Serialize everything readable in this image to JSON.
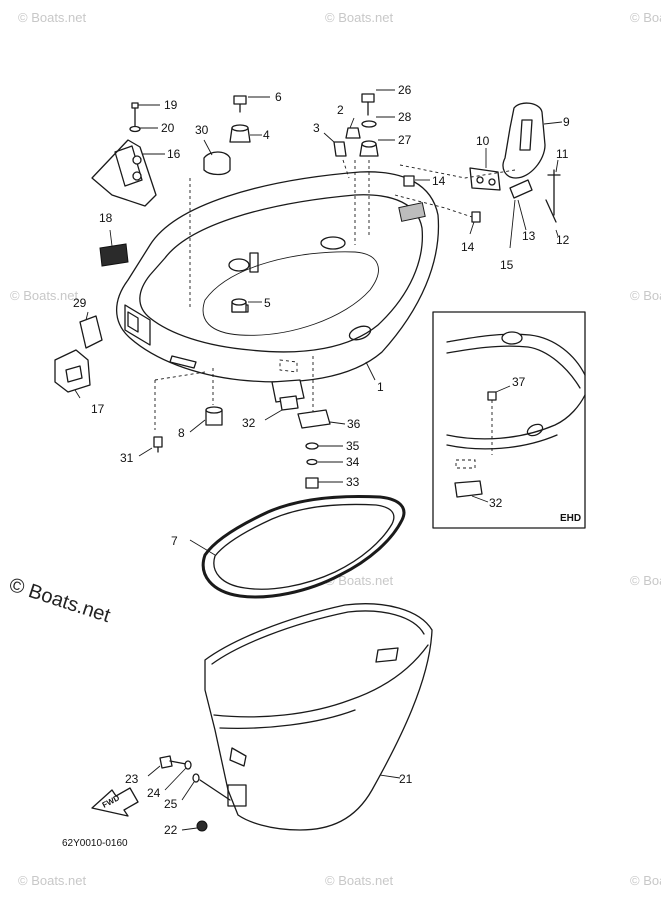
{
  "diagram_code": "62Y0010-0160",
  "inset_label": "EHD",
  "fwd_label": "FWD",
  "watermark": "© Boats.net",
  "callouts": {
    "c1": "1",
    "c2": "2",
    "c3": "3",
    "c4": "4",
    "c5": "5",
    "c6": "6",
    "c7": "7",
    "c8": "8",
    "c9": "9",
    "c10": "10",
    "c11": "11",
    "c12": "12",
    "c13": "13",
    "c14a": "14",
    "c14b": "14",
    "c15": "15",
    "c16": "16",
    "c17": "17",
    "c18": "18",
    "c19": "19",
    "c20": "20",
    "c21": "21",
    "c22": "22",
    "c23": "23",
    "c24": "24",
    "c25": "25",
    "c26": "26",
    "c27": "27",
    "c28": "28",
    "c29": "29",
    "c30": "30",
    "c31": "31",
    "c32a": "32",
    "c32b": "32",
    "c33": "33",
    "c34": "34",
    "c35": "35",
    "c36": "36",
    "c37": "37"
  }
}
